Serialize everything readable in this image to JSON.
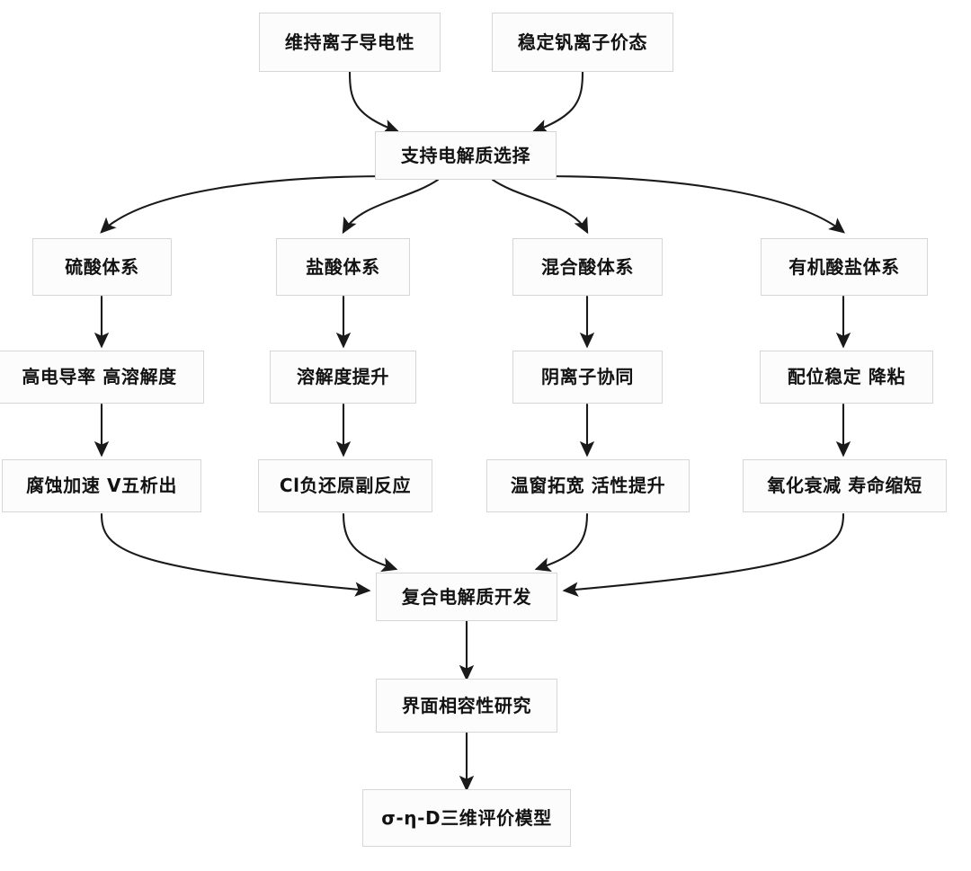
{
  "diagram": {
    "type": "flowchart",
    "orientation": "top-to-bottom",
    "background_color": "#ffffff",
    "node_fill_color": "#fcfcfc",
    "node_border_color": "#d6d6d6",
    "edge_color": "#1a1a1a",
    "text_color": "#121212"
  },
  "nodes": {
    "maintain_ion_conductivity": "维持离子导电性",
    "stabilize_vanadium_valence": "稳定钒离子价态",
    "supporting_electrolyte_selection": "支持电解质选择",
    "sulfuric_acid_system": "硫酸体系",
    "hydrochloric_acid_system": "盐酸体系",
    "mixed_acid_system": "混合酸体系",
    "organic_acid_salt_system": "有机酸盐体系",
    "high_conductivity_high_solubility": "高电导率 高溶解度",
    "solubility_improvement": "溶解度提升",
    "anion_synergy": "阴离子协同",
    "coordination_stability_viscosity_reduction": "配位稳定 降粘",
    "corrosion_acceleration_v5_precipitation": "腐蚀加速 V五析出",
    "cl_negative_reduction_side_reaction": "Cl负还原副反应",
    "temperature_window_broadening_activity": "温窗拓宽 活性提升",
    "oxidative_decay_lifetime_shortening": "氧化衰减 寿命缩短",
    "composite_electrolyte_development": "复合电解质开发",
    "interface_compatibility_research": "界面相容性研究",
    "sigma_eta_d_evaluation_model": "σ-η-D三维评价模型"
  },
  "edges": [
    {
      "from": "maintain_ion_conductivity",
      "to": "supporting_electrolyte_selection",
      "style": "curved"
    },
    {
      "from": "stabilize_vanadium_valence",
      "to": "supporting_electrolyte_selection",
      "style": "curved"
    },
    {
      "from": "supporting_electrolyte_selection",
      "to": "sulfuric_acid_system",
      "style": "curved"
    },
    {
      "from": "supporting_electrolyte_selection",
      "to": "hydrochloric_acid_system",
      "style": "curved"
    },
    {
      "from": "supporting_electrolyte_selection",
      "to": "mixed_acid_system",
      "style": "curved"
    },
    {
      "from": "supporting_electrolyte_selection",
      "to": "organic_acid_salt_system",
      "style": "curved"
    },
    {
      "from": "sulfuric_acid_system",
      "to": "high_conductivity_high_solubility",
      "style": "straight"
    },
    {
      "from": "hydrochloric_acid_system",
      "to": "solubility_improvement",
      "style": "straight"
    },
    {
      "from": "mixed_acid_system",
      "to": "anion_synergy",
      "style": "straight"
    },
    {
      "from": "organic_acid_salt_system",
      "to": "coordination_stability_viscosity_reduction",
      "style": "straight"
    },
    {
      "from": "high_conductivity_high_solubility",
      "to": "corrosion_acceleration_v5_precipitation",
      "style": "straight"
    },
    {
      "from": "solubility_improvement",
      "to": "cl_negative_reduction_side_reaction",
      "style": "straight"
    },
    {
      "from": "anion_synergy",
      "to": "temperature_window_broadening_activity",
      "style": "straight"
    },
    {
      "from": "coordination_stability_viscosity_reduction",
      "to": "oxidative_decay_lifetime_shortening",
      "style": "straight"
    },
    {
      "from": "corrosion_acceleration_v5_precipitation",
      "to": "composite_electrolyte_development",
      "style": "curved"
    },
    {
      "from": "cl_negative_reduction_side_reaction",
      "to": "composite_electrolyte_development",
      "style": "curved"
    },
    {
      "from": "temperature_window_broadening_activity",
      "to": "composite_electrolyte_development",
      "style": "curved"
    },
    {
      "from": "oxidative_decay_lifetime_shortening",
      "to": "composite_electrolyte_development",
      "style": "curved"
    },
    {
      "from": "composite_electrolyte_development",
      "to": "interface_compatibility_research",
      "style": "straight"
    },
    {
      "from": "interface_compatibility_research",
      "to": "sigma_eta_d_evaluation_model",
      "style": "straight"
    }
  ]
}
